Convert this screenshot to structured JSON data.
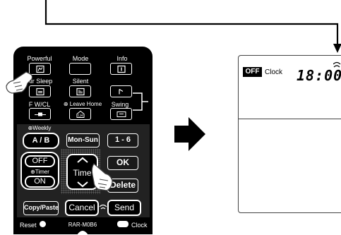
{
  "remote": {
    "row1": [
      "Powerful",
      "Mode",
      "Info"
    ],
    "row2": [
      "Air Sleep",
      "Silent"
    ],
    "row3": [
      "F W/CL",
      "Leave Home",
      "Swing"
    ],
    "weekly_label": "Weekly",
    "weekly_button": "A / B",
    "monsun": "Mon-Sun",
    "one_six": "1 - 6",
    "off": "OFF",
    "timer_label": "Timer",
    "on": "ON",
    "time_label": "Time",
    "ok": "OK",
    "delete": "Delete",
    "copy_paste": "Copy/Paste",
    "cancel": "Cancel",
    "send": "Send",
    "reset": "Reset",
    "model": "RAR-M0B6",
    "clock": "Clock"
  },
  "lcd": {
    "off_badge": "OFF",
    "clock_label": "Clock",
    "time": "18:00"
  }
}
